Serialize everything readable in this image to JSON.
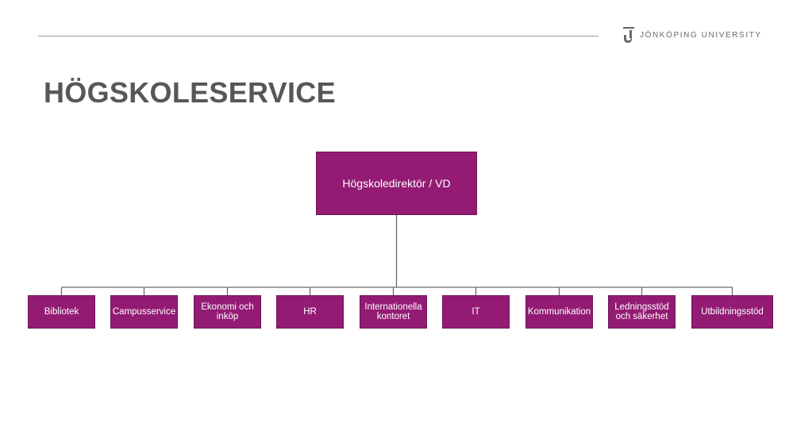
{
  "header": {
    "brand": "JÖNKÖPING UNIVERSITY",
    "brand_icon": "ju-logo-icon",
    "accent_color": "#931b74"
  },
  "page": {
    "title": "HÖGSKOLESERVICE"
  },
  "org_chart": {
    "root": "Högskoledirektör / VD",
    "units": [
      "Bibliotek",
      "Campusservice",
      "Ekonomi och inköp",
      "HR",
      "Internationella kontoret",
      "IT",
      "Kommunikation",
      "Ledningsstöd och säkerhet",
      "Utbildningsstöd"
    ]
  }
}
